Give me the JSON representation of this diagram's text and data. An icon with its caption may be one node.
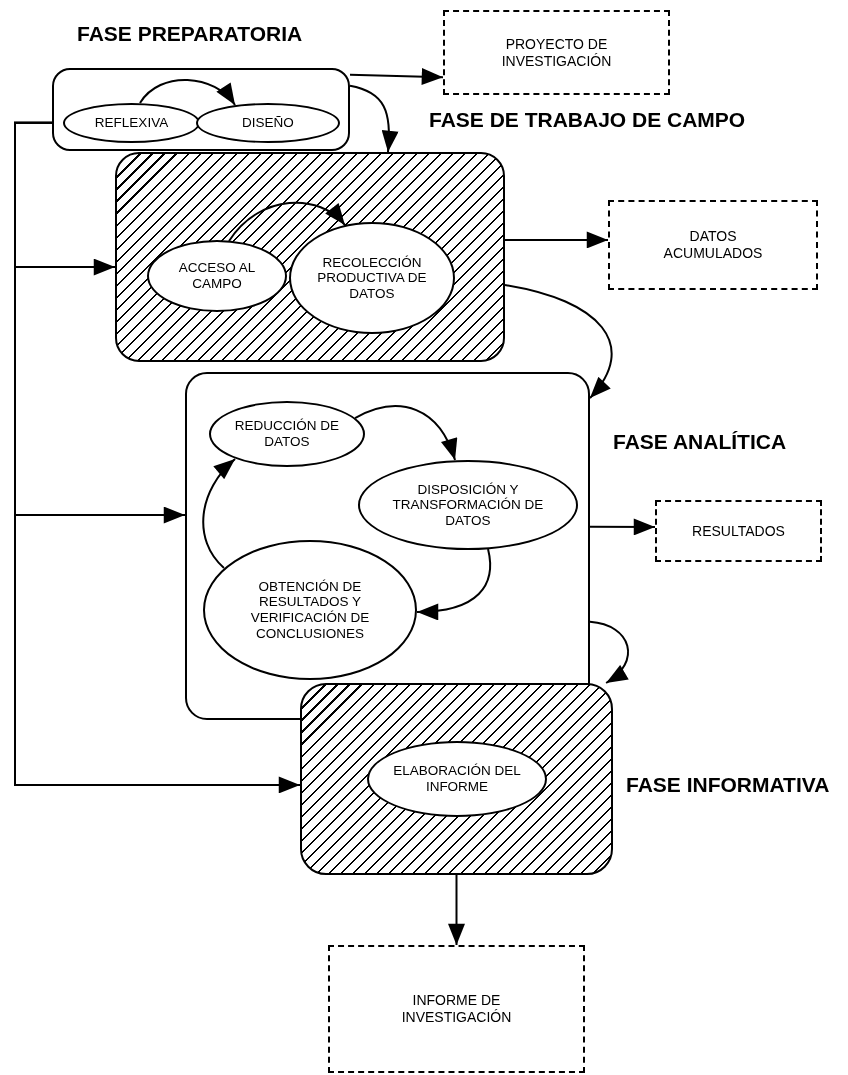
{
  "diagram": {
    "nodes": [
      {
        "text": [
          "FASE PREPARATORIA"
        ]
      },
      {
        "text": [
          "REFLEXIVA"
        ],
        "in": 0
      },
      {
        "text": [
          "DISEÑO"
        ],
        "in": 0
      },
      {
        "text": [
          "PROYECTO DE INVESTIGACIÓN"
        ]
      },
      {
        "text": [
          "FASE DE TRABAJO DE CAMPO"
        ]
      },
      {
        "text": [
          "ACCESO AL CAMPO"
        ],
        "in": 4
      },
      {
        "text": [
          "RECOLECCIÓN PRODUCTIVA DE DATOS"
        ],
        "in": 4
      },
      {
        "text": [
          "DATOS ACUMULADOS"
        ]
      },
      {
        "text": [
          "FASE ANALÍTICA"
        ]
      },
      {
        "text": [
          "REDUCCIÓN DE DATOS"
        ],
        "in": 8
      },
      {
        "text": [
          "DISPOSICIÓN Y TRANSFORMACIÓN DE DATOS"
        ],
        "in": 8
      },
      {
        "text": [
          "OBTENCIÓN DE RESULTADOS Y VERIFICACIÓN DE CONCLUSIONES"
        ],
        "in": 8
      },
      {
        "text": [
          "RESULTADOS"
        ]
      },
      {
        "text": [
          "FASE INFORMATIVA"
        ]
      },
      {
        "text": [
          "ELABORACIÓN DEL INFORME"
        ],
        "in": 13
      },
      {
        "text": [
          "INFORME DE INVESTIGACIÓN"
        ]
      }
    ],
    "edges": [
      {
        "from": 1,
        "to": 2,
        "arrow": "to"
      },
      {
        "from": 0,
        "to": 3,
        "arrow": "to"
      },
      {
        "from": 0,
        "to": 4,
        "arrow": "to"
      },
      {
        "from": 5,
        "to": 6,
        "arrow": "to"
      },
      {
        "from": 4,
        "to": 7,
        "arrow": "to"
      },
      {
        "from": 4,
        "to": 8,
        "arrow": "to"
      },
      {
        "from": 9,
        "to": 10,
        "arrow": "to"
      },
      {
        "from": 10,
        "to": 11,
        "arrow": "to"
      },
      {
        "from": 11,
        "to": 9,
        "arrow": "to"
      },
      {
        "from": 8,
        "to": 12,
        "arrow": "to"
      },
      {
        "from": 8,
        "to": 13,
        "arrow": "to"
      },
      {
        "from": 13,
        "to": 15,
        "arrow": "to"
      },
      {
        "from": 0,
        "to": 4,
        "arrow": "to"
      },
      {
        "from": 0,
        "to": 8,
        "arrow": "to"
      },
      {
        "from": 0,
        "to": 13,
        "arrow": "to"
      }
    ]
  }
}
